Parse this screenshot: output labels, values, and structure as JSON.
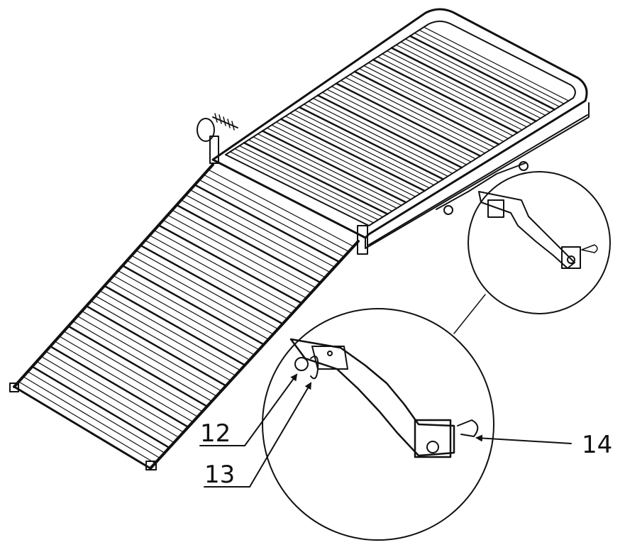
{
  "diagram": {
    "callouts": [
      {
        "id": "12",
        "text": "12"
      },
      {
        "id": "13",
        "text": "13"
      },
      {
        "id": "14",
        "text": "14"
      }
    ],
    "colors": {
      "ink": "#111111",
      "paper": "#ffffff"
    }
  }
}
